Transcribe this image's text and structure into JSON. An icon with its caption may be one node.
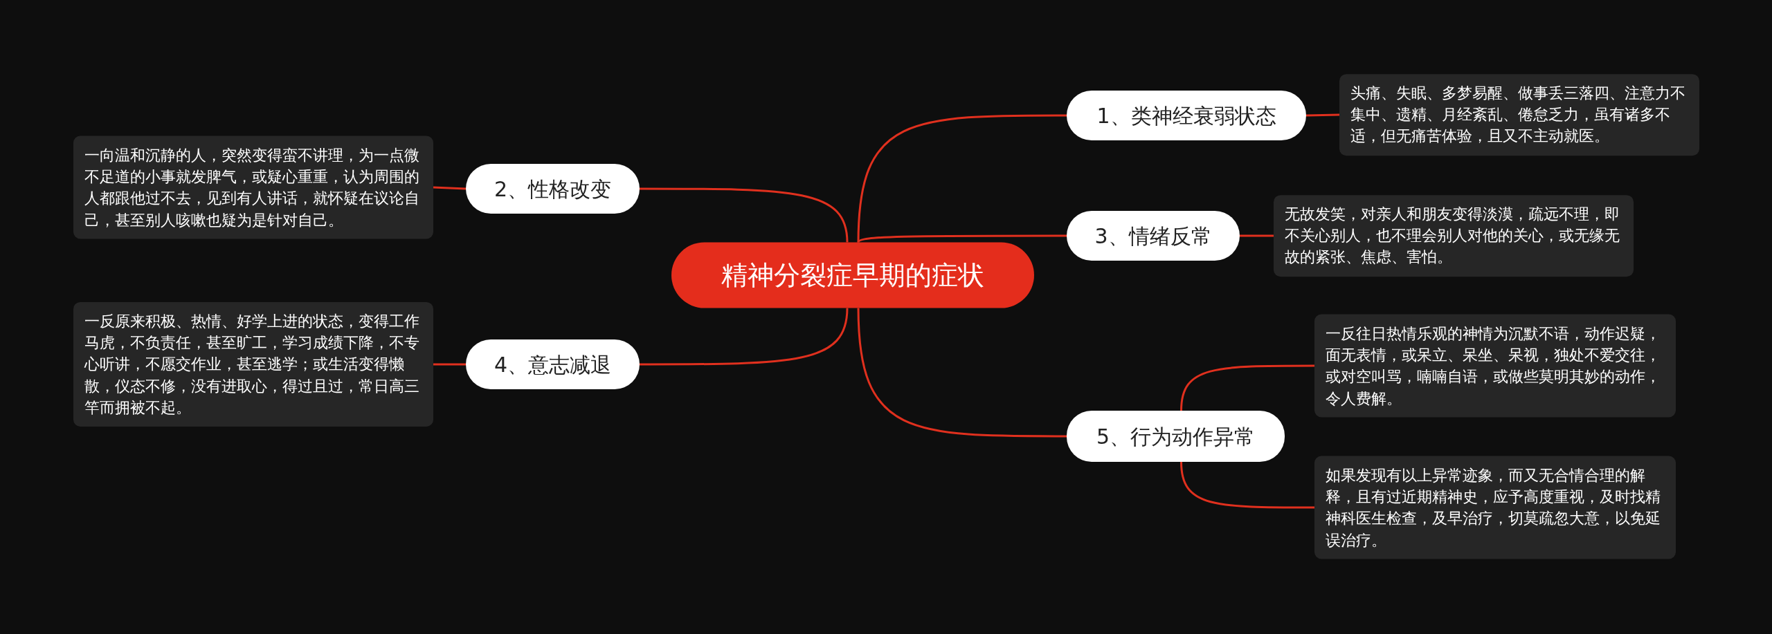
{
  "diagram": {
    "nodes": [
      {
        "text": [
          "精神分裂症早期的症状"
        ]
      },
      {
        "text": [
          "1、类神经衰弱状态"
        ]
      },
      {
        "text": [
          "头痛、失眠、多梦易醒、做事丢三落四、注意力不集中、遗精、月经紊乱、倦怠乏力，虽有诸多不适，但无痛苦体验，且又不主动就医。"
        ]
      },
      {
        "text": [
          "2、性格改变"
        ]
      },
      {
        "text": [
          "一向温和沉静的人，突然变得蛮不讲理，为一点微不足道的小事就发脾气，或疑心重重，认为周围的人都跟他过不去，见到有人讲话，就怀疑在议论自己，甚至别人咳嗽也疑为是针对自己。"
        ]
      },
      {
        "text": [
          "3、情绪反常"
        ]
      },
      {
        "text": [
          "无故发笑，对亲人和朋友变得淡漠，疏远不理，即不关心别人，也不理会别人对他的关心，或无缘无故的紧张、焦虑、害怕。"
        ]
      },
      {
        "text": [
          "4、意志减退"
        ]
      },
      {
        "text": [
          "一反原来积极、热情、好学上进的状态，变得工作马虎，不负责任，甚至旷工，学习成绩下降，不专心听讲，不愿交作业，甚至逃学；或生活变得懒散，仪态不修，没有进取心，得过且过，常日高三竿而拥被不起。"
        ]
      },
      {
        "text": [
          "5、行为动作异常"
        ]
      },
      {
        "text": [
          "一反往日热情乐观的神情为沉默不语，动作迟疑，面无表情，或呆立、呆坐、呆视，独处不爱交往，或对空叫骂，喃喃自语，或做些莫明其妙的动作，令人费解。"
        ]
      },
      {
        "text": [
          "如果发现有以上异常迹象，而又无合情合理的解释，且有过近期精神史，应予高度重视，及时找精神科医生检查，及早治疗，切莫疏忽大意，以免延误治疗。"
        ]
      }
    ],
    "edges": [
      {
        "from": 0,
        "to": 1,
        "arrow": "none"
      },
      {
        "from": 1,
        "to": 2,
        "arrow": "none"
      },
      {
        "from": 0,
        "to": 3,
        "arrow": "none"
      },
      {
        "from": 3,
        "to": 4,
        "arrow": "none"
      },
      {
        "from": 0,
        "to": 5,
        "arrow": "none"
      },
      {
        "from": 5,
        "to": 6,
        "arrow": "none"
      },
      {
        "from": 0,
        "to": 7,
        "arrow": "none"
      },
      {
        "from": 7,
        "to": 8,
        "arrow": "none"
      },
      {
        "from": 0,
        "to": 9,
        "arrow": "none"
      },
      {
        "from": 9,
        "to": 10,
        "arrow": "none"
      },
      {
        "from": 9,
        "to": 11,
        "arrow": "none"
      }
    ]
  }
}
